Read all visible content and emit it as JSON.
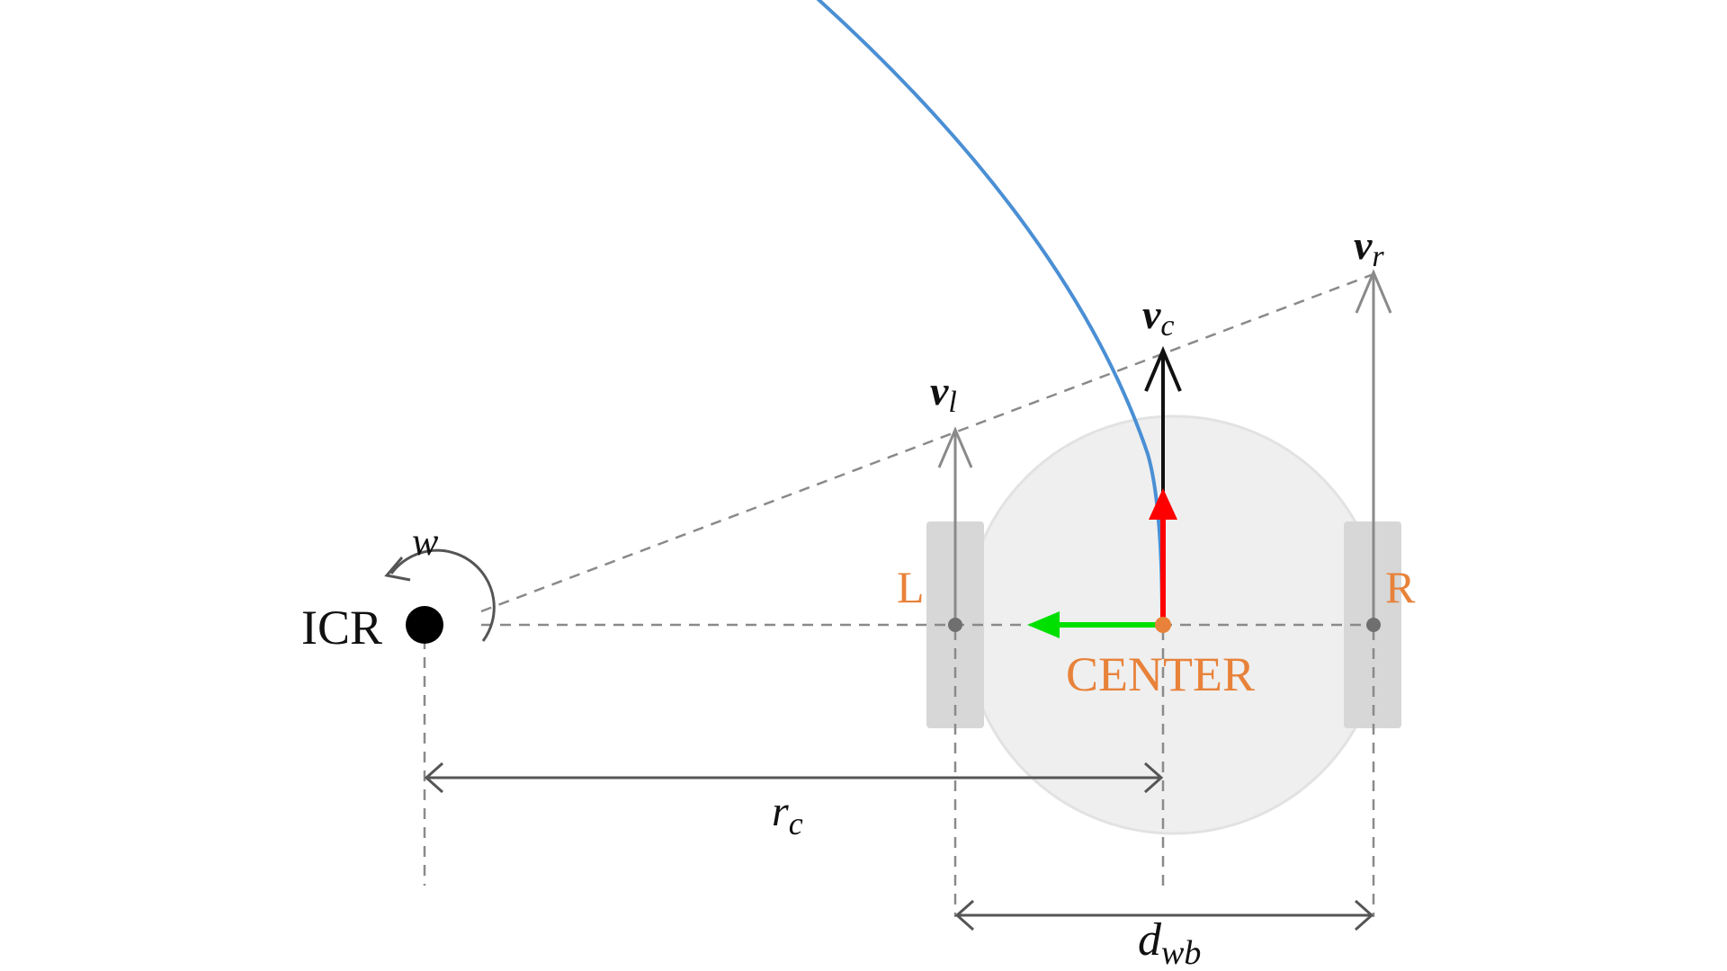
{
  "labels": {
    "icr": "ICR",
    "omega": "w",
    "left_wheel": "L",
    "right_wheel": "R",
    "center": "CENTER",
    "v_left": {
      "base": "v",
      "sub": "l"
    },
    "v_center": {
      "base": "v",
      "sub": "c"
    },
    "v_right": {
      "base": "v",
      "sub": "r"
    },
    "r_c": {
      "base": "r",
      "sub": "c"
    },
    "d_wb": {
      "base": "d",
      "sub": "wb"
    }
  },
  "colors": {
    "path_curve": "#4a8fd4",
    "heading_arrow": "#ff0000",
    "lateral_arrow": "#00e000",
    "center_label": "#e8823a",
    "wheel_label": "#e8823a",
    "body_fill": "#efefef",
    "wheel_fill": "#d7d7d7",
    "velocity_arrow_wheels": "#8a8a8a",
    "velocity_arrow_center": "#111111",
    "dashed_line": "#8a8a8a",
    "icr_dot": "#000000"
  }
}
